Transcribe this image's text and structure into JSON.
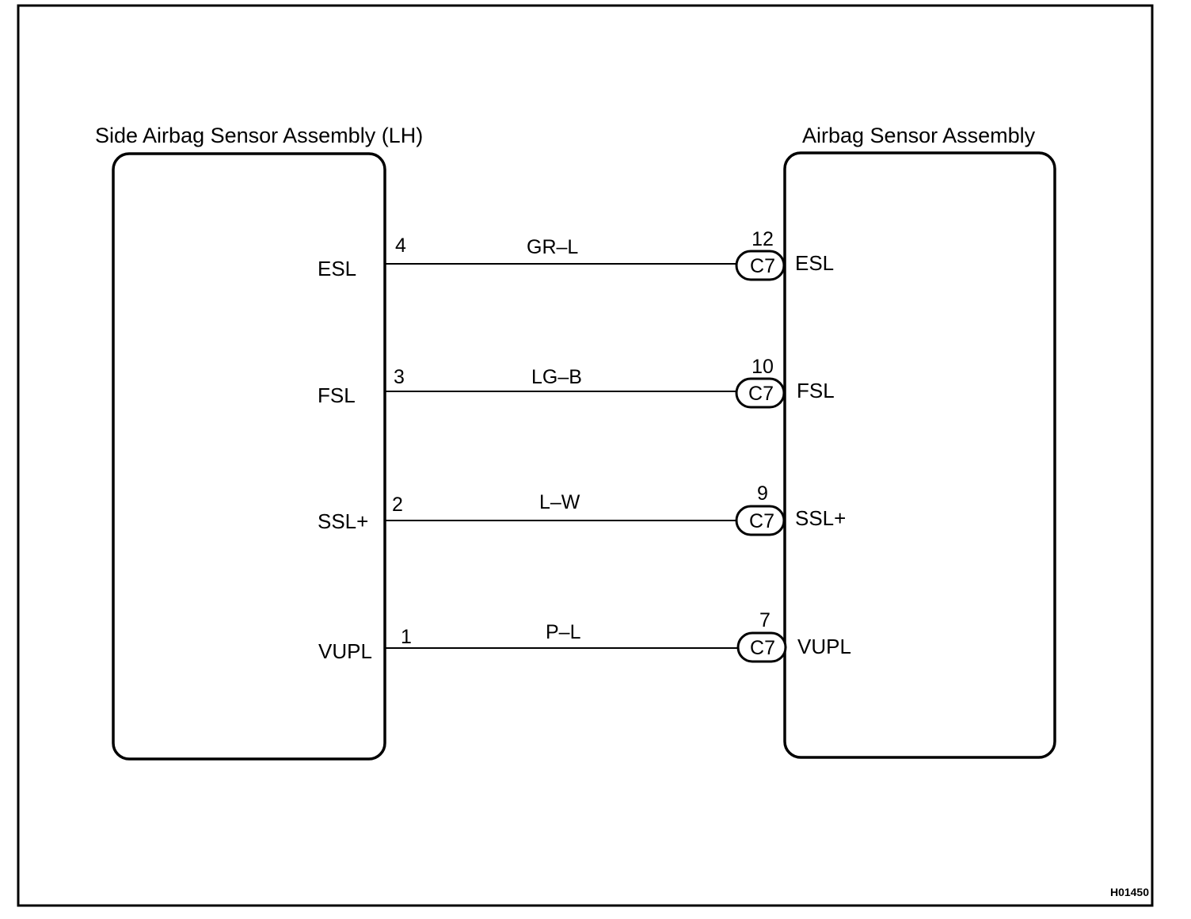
{
  "left_module": {
    "title": "Side Airbag Sensor Assembly (LH)"
  },
  "right_module": {
    "title": "Airbag Sensor Assembly"
  },
  "wires": [
    {
      "left_terminal": "ESL",
      "left_pin": "4",
      "color": "GR–L",
      "connector": "C7",
      "right_pin": "12",
      "right_terminal": "ESL"
    },
    {
      "left_terminal": "FSL",
      "left_pin": "3",
      "color": "LG–B",
      "connector": "C7",
      "right_pin": "10",
      "right_terminal": "FSL"
    },
    {
      "left_terminal": "SSL+",
      "left_pin": "2",
      "color": "L–W",
      "connector": "C7",
      "right_pin": "9",
      "right_terminal": "SSL+"
    },
    {
      "left_terminal": "VUPL",
      "left_pin": "1",
      "color": "P–L",
      "connector": "C7",
      "right_pin": "7",
      "right_terminal": "VUPL"
    }
  ],
  "figure_code": "H01450"
}
